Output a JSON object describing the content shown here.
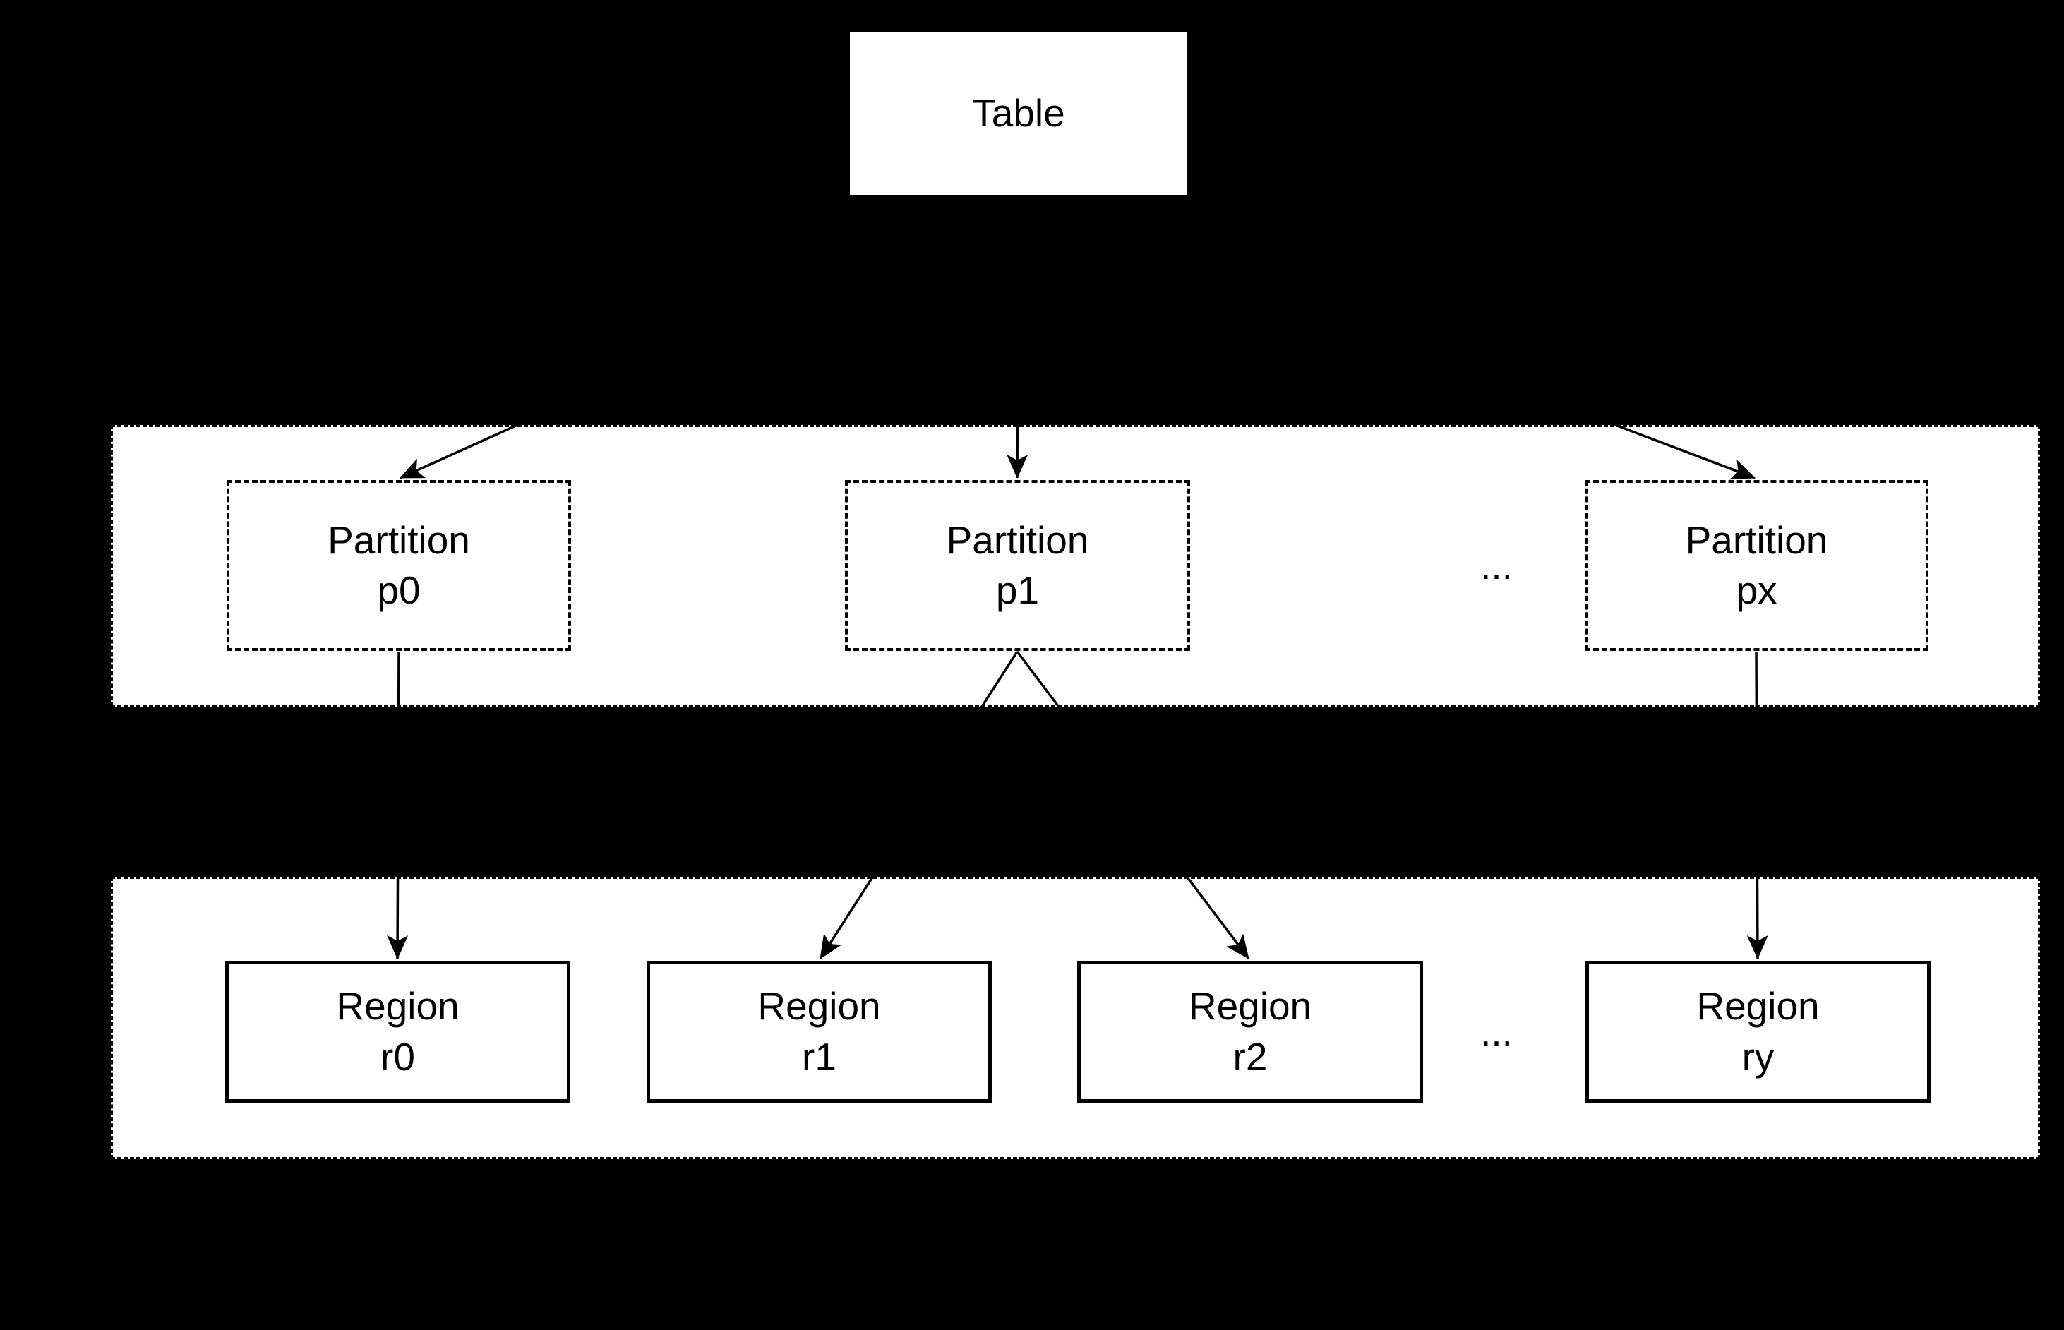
{
  "colors": {
    "background": "#000000",
    "node_fill": "#ffffff",
    "stroke": "#000000",
    "text": "#000000"
  },
  "diagram": {
    "table": {
      "label": "Table"
    },
    "partition_row": {
      "partitions": [
        {
          "label": "Partition",
          "sublabel": "p0"
        },
        {
          "label": "Partition",
          "sublabel": "p1"
        },
        {
          "label": "Partition",
          "sublabel": "px"
        }
      ],
      "ellipsis": "..."
    },
    "region_row": {
      "regions": [
        {
          "label": "Region",
          "sublabel": "r0"
        },
        {
          "label": "Region",
          "sublabel": "r1"
        },
        {
          "label": "Region",
          "sublabel": "r2"
        },
        {
          "label": "Region",
          "sublabel": "ry"
        }
      ],
      "ellipsis": "..."
    }
  }
}
